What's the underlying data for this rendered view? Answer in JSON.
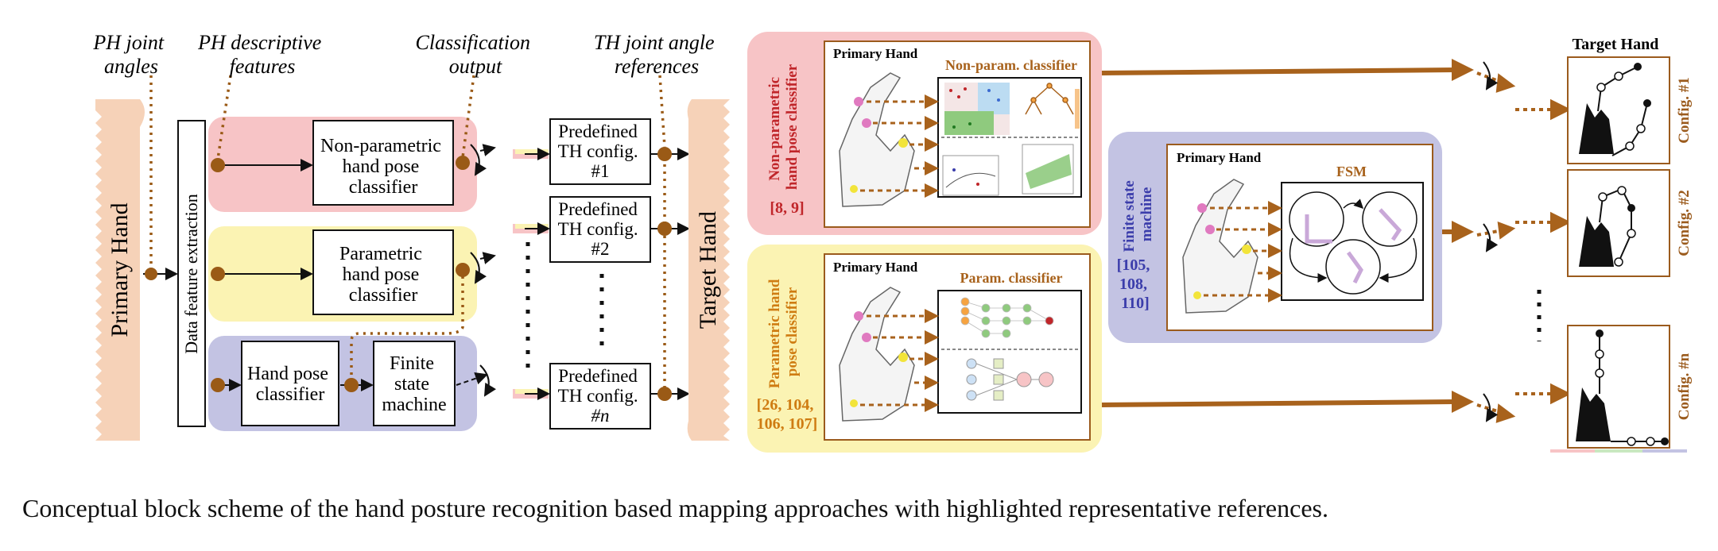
{
  "left": {
    "labels": {
      "ph_joint": [
        "PH joint",
        "angles"
      ],
      "ph_desc": [
        "PH descriptive",
        "features"
      ],
      "class_out": [
        "Classification",
        "output"
      ],
      "th_refs": [
        "TH joint angle",
        "references"
      ]
    },
    "primary_hand": "Primary Hand",
    "target_hand": "Target Hand",
    "feature_extraction": "Data feature extraction",
    "nonparam": [
      "Non-parametric",
      "hand pose",
      "classifier"
    ],
    "param": [
      "Parametric",
      "hand pose",
      "classifier"
    ],
    "hpc": [
      "Hand pose",
      "classifier"
    ],
    "fsm": [
      "Finite",
      "state",
      "machine"
    ],
    "configs": [
      [
        "Predefined",
        "TH config.",
        "#1"
      ],
      [
        "Predefined",
        "TH config.",
        "#2"
      ],
      [
        "Predefined",
        "TH config.",
        "#n"
      ]
    ]
  },
  "right": {
    "np_side": [
      "Non-parametric",
      "hand pose classifier"
    ],
    "np_refs": "[8, 9]",
    "np_primary": "Primary Hand",
    "np_title": "Non-param. classifier",
    "p_side": [
      "Parametric hand",
      "pose classifier"
    ],
    "p_refs": [
      "[26, 104,",
      "106, 107]"
    ],
    "p_primary": "Primary Hand",
    "p_title": "Param. classifier",
    "fsm_side": [
      "Finite state",
      "machine"
    ],
    "fsm_refs": [
      "[105,",
      "108,",
      "110]"
    ],
    "fsm_primary": "Primary Hand",
    "fsm_title": "FSM",
    "target_hand": "Target Hand",
    "configs": [
      "Config. #1",
      "Config. #2",
      "Config. #n"
    ]
  },
  "caption": "Conceptual block scheme of the hand posture recognition based mapping approaches with highlighted representative references.",
  "colors": {
    "pink": "#f7c4c6",
    "yellow": "#fbf3b3",
    "lavender": "#c3c3e3",
    "peach": "#f6d2b8",
    "arrow_brown": "#a8621c",
    "node_brown": "#9a5a16",
    "np_text": "#c0262a",
    "p_text": "#cf7c12",
    "fsm_text": "#3b3dab",
    "config_text": "#9b5b1d"
  }
}
